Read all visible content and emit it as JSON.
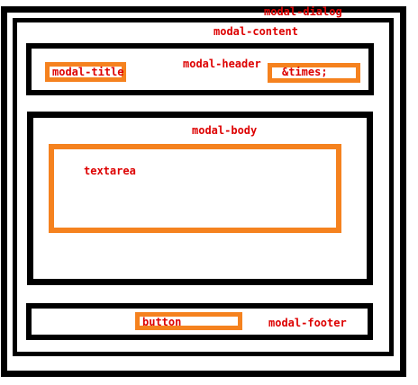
{
  "labels": {
    "modal_dialog": "modal-dialog",
    "modal_content": "modal-content",
    "modal_header": "modal-header",
    "modal_title": "modal-title",
    "times": "&times;",
    "modal_body": "modal-body",
    "textarea": "textarea",
    "button": "button",
    "modal_footer": "modal-footer"
  },
  "colors": {
    "outline": "#000000",
    "highlight": "#f5821f",
    "label": "#dd0000",
    "background": "#ffffff"
  }
}
